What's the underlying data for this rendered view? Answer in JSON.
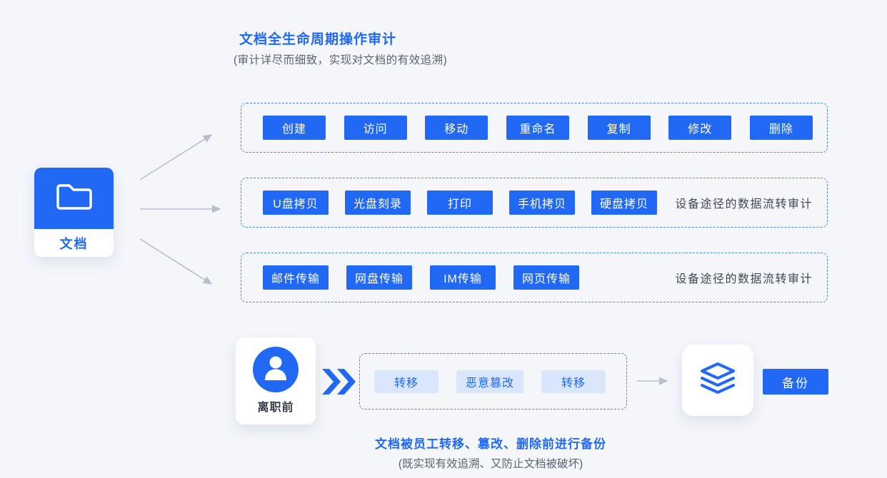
{
  "header": {
    "title": "文档全生命周期操作审计",
    "subtitle": "(审计详尽而细致，实现对文档的有效追溯)"
  },
  "source": {
    "label": "文档",
    "icon": "folder-icon"
  },
  "rows": [
    {
      "name": "operations",
      "buttons": [
        "创建",
        "访问",
        "移动",
        "重命名",
        "复制",
        "修改",
        "删除"
      ],
      "note": ""
    },
    {
      "name": "device-channels",
      "buttons": [
        "U盘拷贝",
        "光盘刻录",
        "打印",
        "手机拷贝",
        "硬盘拷贝"
      ],
      "note": "设备途径的数据流转审计"
    },
    {
      "name": "network-channels",
      "buttons": [
        "邮件传输",
        "网盘传输",
        "IM传输",
        "网页传输"
      ],
      "note": "设备途径的数据流转审计"
    }
  ],
  "bottom": {
    "person_label": "离职前",
    "person_icon": "person-icon",
    "fast_forward_icon": "double-chevron-icon",
    "actions": [
      "转移",
      "恶意篡改",
      "转移"
    ],
    "backup_target_icon": "layers-icon",
    "backup_label": "备份",
    "caption": "文档被员工转移、篡改、删除前进行备份",
    "caption_sub": "(既实现有效追溯、又防止文档被破坏)"
  },
  "colors": {
    "primary": "#2169f5",
    "dashed_border": "#4b82f2",
    "chip_bg": "#d9e6fb",
    "background": "#f4f6fa",
    "arrow_gray": "#b8bed0",
    "note_text": "#3f4756"
  }
}
